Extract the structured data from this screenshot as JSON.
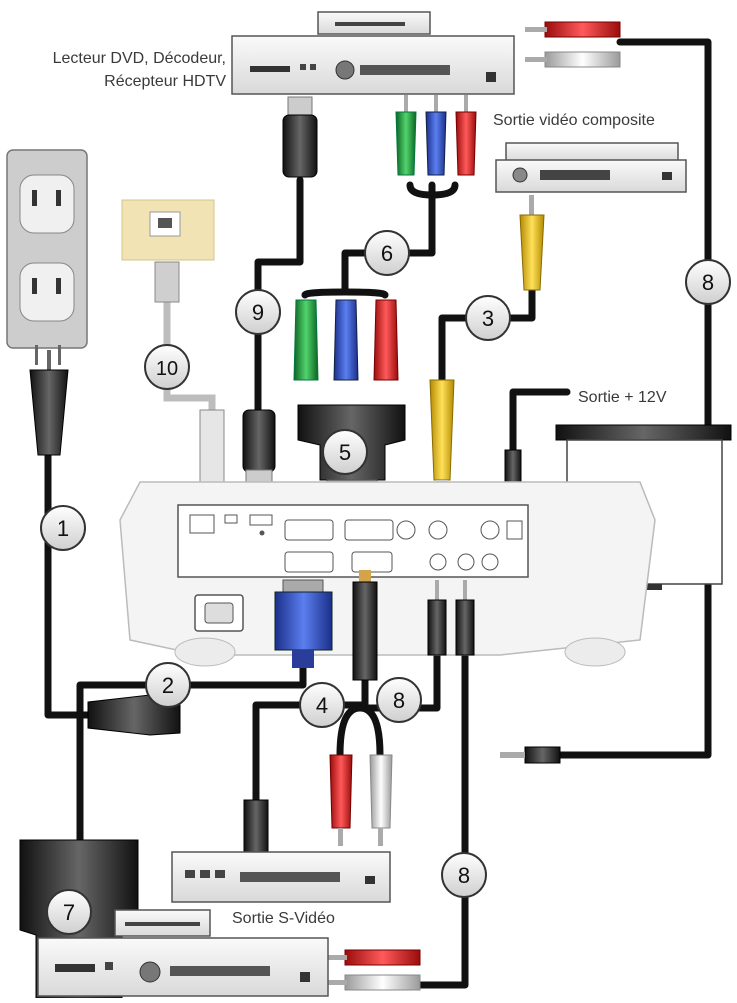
{
  "labels": {
    "dvd_line1": "Lecteur DVD, Décodeur,",
    "dvd_line2": "Récepteur HDTV",
    "composite": "Sortie vidéo composite",
    "svideo": "Sortie S-Vidéo",
    "sortie12v": "Sortie + 12V"
  },
  "callouts": [
    "1",
    "2",
    "3",
    "4",
    "5",
    "6",
    "7",
    "8",
    "9",
    "10"
  ],
  "colors": {
    "cable": "#111111",
    "vga_blue": "#2a4fbf",
    "rca_red": "#e01e1e",
    "rca_white": "#d8d8d8",
    "rca_yellow": "#f2c000",
    "rca_green": "#21a03a",
    "device_gray": "#f1f1f1",
    "outline": "#555555"
  }
}
